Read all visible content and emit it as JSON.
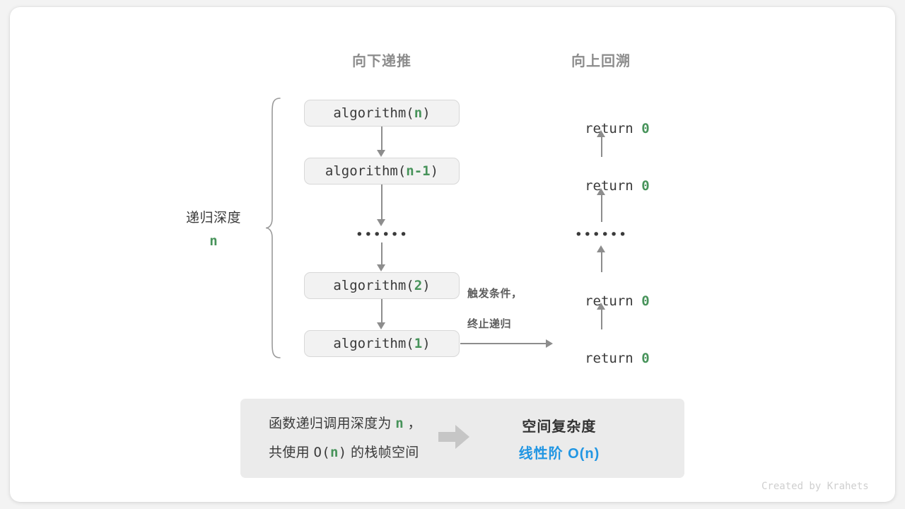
{
  "colors": {
    "green": "#47935a",
    "blue": "#2196e3",
    "gray_arrow": "#8d8d8d",
    "box_bg": "#f2f2f2",
    "panel_bg": "#ebebeb",
    "text": "#3a3a3a",
    "header_gray": "#8c8c8c"
  },
  "headers": {
    "left": "向下递推",
    "right": "向上回溯"
  },
  "depth": {
    "label": "递归深度",
    "value": "n"
  },
  "calls": [
    {
      "prefix": "algorithm(",
      "arg": "n",
      "suffix": ")"
    },
    {
      "prefix": "algorithm(",
      "arg": "n-1",
      "suffix": ")"
    },
    {
      "ellipsis": "••••••"
    },
    {
      "prefix": "algorithm(",
      "arg": "2",
      "suffix": ")"
    },
    {
      "prefix": "algorithm(",
      "arg": "1",
      "suffix": ")"
    }
  ],
  "returns": [
    {
      "text": "return ",
      "value": "0"
    },
    {
      "text": "return ",
      "value": "0"
    },
    {
      "ellipsis": "••••••"
    },
    {
      "text": "return ",
      "value": "0"
    },
    {
      "text": "return ",
      "value": "0"
    }
  ],
  "note": {
    "line1": "触发条件，",
    "line2": "终止递归"
  },
  "summary": {
    "line1_a": "函数递归调用深度为 ",
    "line1_n": "n",
    "line1_b": " ，",
    "line2_a": "共使用 ",
    "line2_o": "O(",
    "line2_n": "n",
    "line2_c": ")",
    "line2_b": " 的栈帧空间",
    "title": "空间复杂度",
    "value": "线性阶 O(n)",
    "arrow_icon": "right-arrow-icon"
  },
  "credit": "Created by Krahets"
}
